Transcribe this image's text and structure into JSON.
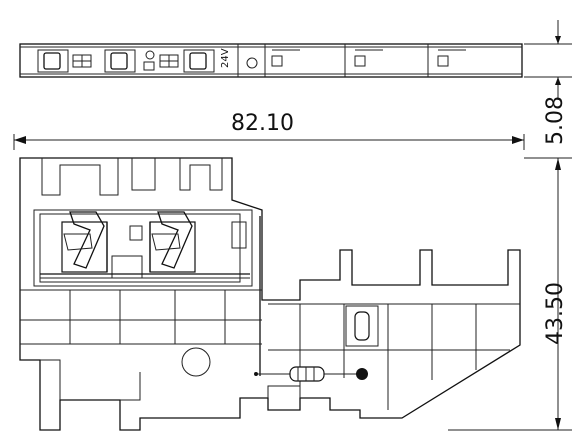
{
  "drawing": {
    "top_view": {
      "voltage_label": "24V"
    },
    "dimensions": {
      "width": "82.10",
      "height": "43.50",
      "thickness": "5.08"
    }
  }
}
